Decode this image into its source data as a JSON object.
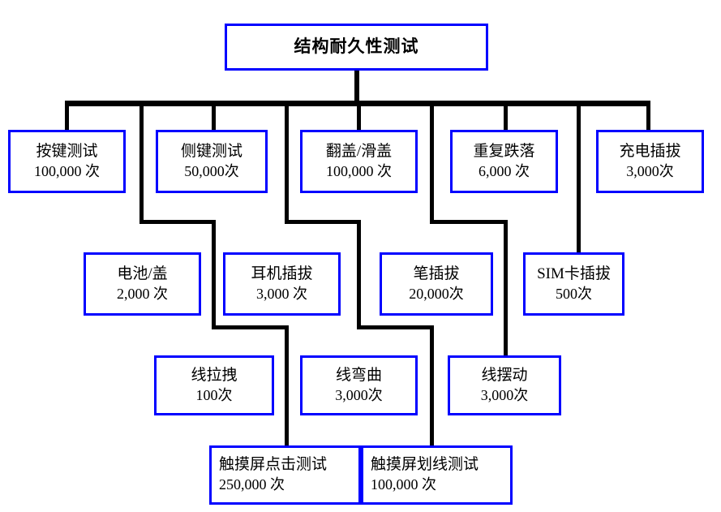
{
  "diagram": {
    "title": "结构耐久性测试",
    "type": "tree-diagram",
    "border_color": "#0000ff",
    "connector_color": "#000000",
    "background": "#ffffff"
  },
  "root": {
    "name": "结构耐久性测试",
    "count": ""
  },
  "level2": [
    {
      "name": "按键测试",
      "count": "100,000 次"
    },
    {
      "name": "侧键测试",
      "count": "50,000次"
    },
    {
      "name": "翻盖/滑盖",
      "count": "100,000 次"
    },
    {
      "name": "重复跌落",
      "count": "6,000 次"
    },
    {
      "name": "充电插拔",
      "count": "3,000次"
    }
  ],
  "level3": [
    {
      "name": "电池/盖",
      "count": "2,000 次"
    },
    {
      "name": "耳机插拔",
      "count": "3,000 次"
    },
    {
      "name": "笔插拔",
      "count": "20,000次"
    },
    {
      "name": "SIM卡插拔",
      "count": "500次"
    }
  ],
  "level4": [
    {
      "name": "线拉拽",
      "count": "100次"
    },
    {
      "name": "线弯曲",
      "count": "3,000次"
    },
    {
      "name": "线摆动",
      "count": "3,000次"
    }
  ],
  "level5": [
    {
      "name": "触摸屏点击测试",
      "count": "250,000 次"
    },
    {
      "name": "触摸屏划线测试",
      "count": "100,000 次"
    }
  ]
}
